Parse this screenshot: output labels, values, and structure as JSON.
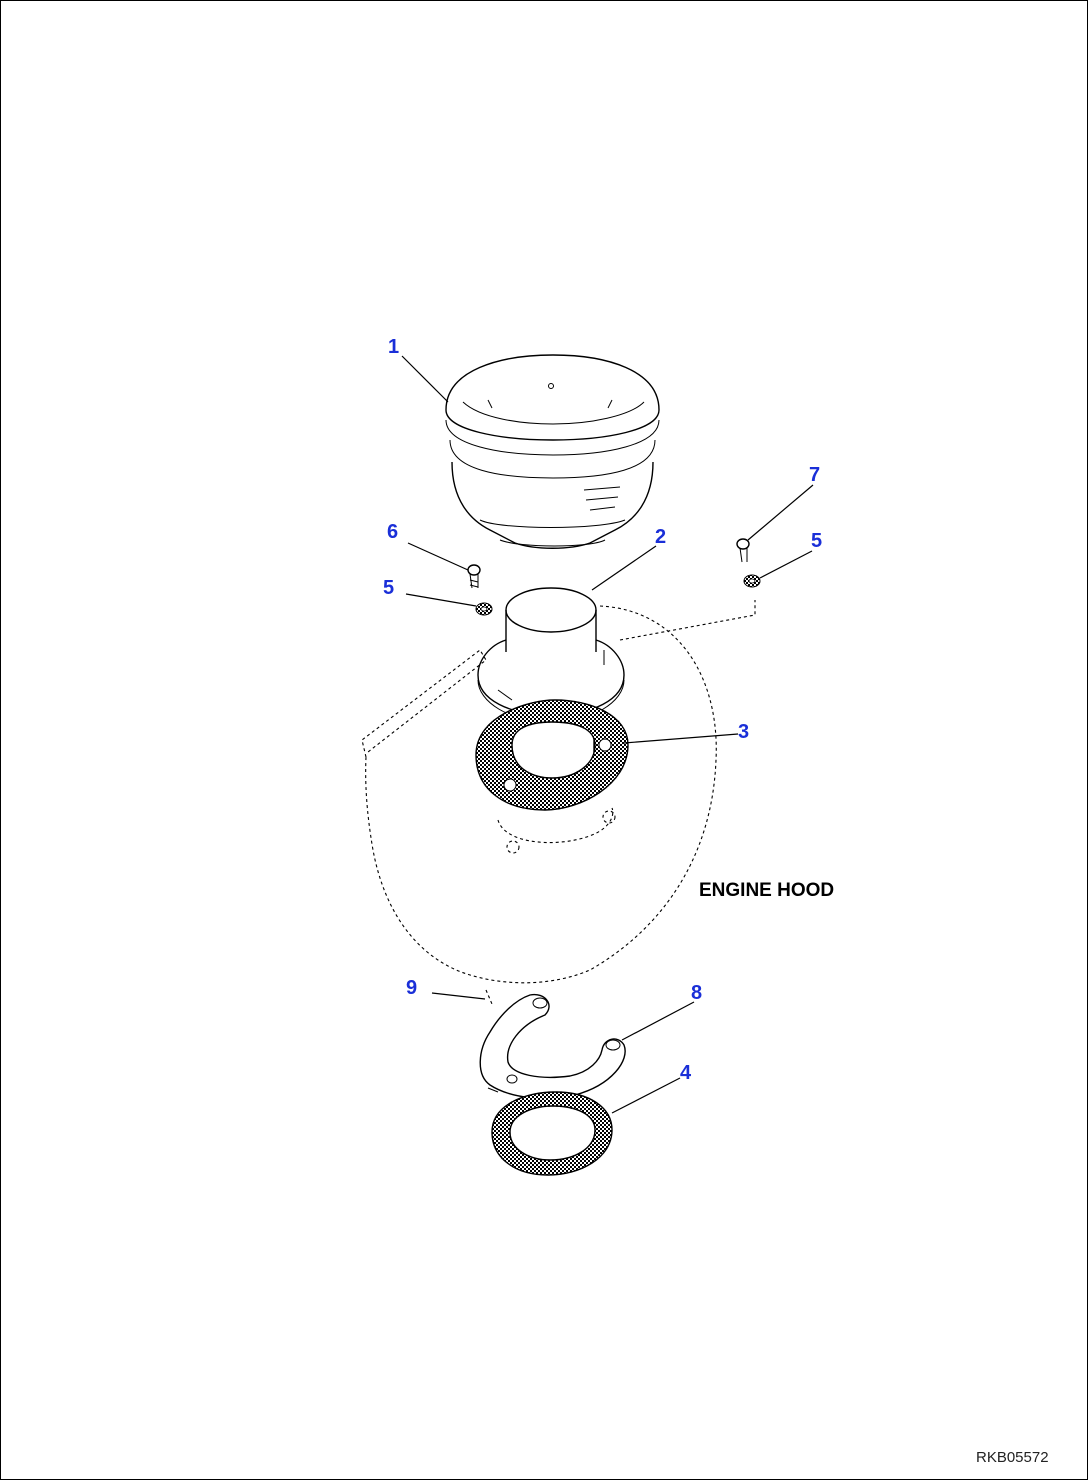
{
  "diagram": {
    "callouts": {
      "c1": "1",
      "c2": "2",
      "c3": "3",
      "c4": "4",
      "c5a": "5",
      "c5b": "5",
      "c6": "6",
      "c7": "7",
      "c8": "8",
      "c9": "9"
    },
    "engine_hood_label": "ENGINE HOOD",
    "drawing_code": "RKB05572",
    "colors": {
      "callout": "#1a2fd8",
      "line": "#000000",
      "background": "#ffffff"
    }
  }
}
